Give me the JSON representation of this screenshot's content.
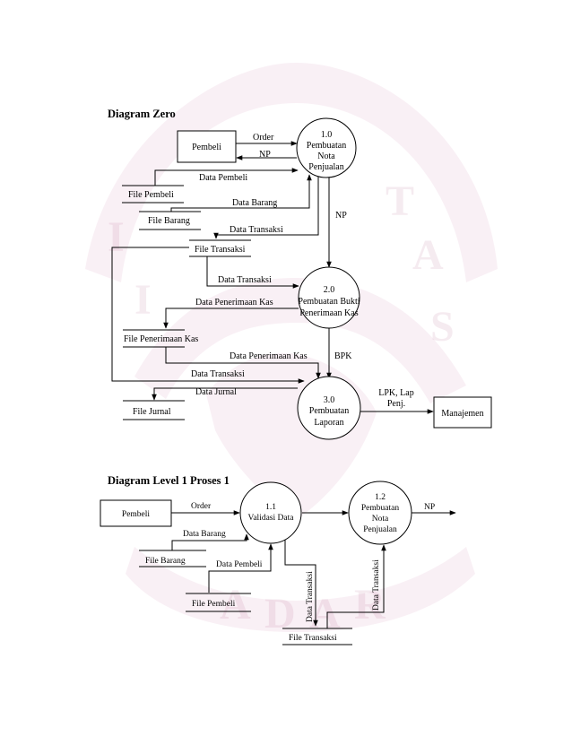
{
  "diagram_zero": {
    "heading": "Diagram Zero",
    "entities": {
      "pembeli": "Pembeli",
      "manajemen": "Manajemen"
    },
    "processes": {
      "p1": [
        "1.0",
        "Pembuatan",
        "Nota",
        "Penjualan"
      ],
      "p2": [
        "2.0",
        "Pembuatan Bukti",
        "Penerimaan Kas"
      ],
      "p3": [
        "3.0",
        "Pembuatan",
        "Laporan"
      ]
    },
    "stores": {
      "file_pembeli": "File Pembeli",
      "file_barang": "File Barang",
      "file_transaksi": "File Transaksi",
      "file_penerimaan_kas": "File Penerimaan Kas",
      "file_jurnal": "File Jurnal"
    },
    "flows": {
      "order": "Order",
      "np_back": "NP",
      "data_pembeli": "Data Pembeli",
      "data_barang": "Data Barang",
      "data_transaksi_1": "Data Transaksi",
      "np_down": "NP",
      "data_transaksi_2": "Data Transaksi",
      "data_penerimaan_kas_1": "Data Penerimaan Kas",
      "data_penerimaan_kas_2": "Data Penerimaan Kas",
      "bpk": "BPK",
      "data_transaksi_3": "Data Transaksi",
      "data_jurnal": "Data Jurnal",
      "lpk_lap_penj": [
        "LPK, Lap",
        "Penj."
      ]
    }
  },
  "diagram_level1": {
    "heading": "Diagram Level 1 Proses 1",
    "entities": {
      "pembeli": "Pembeli"
    },
    "processes": {
      "p11": [
        "1.1",
        "Validasi Data"
      ],
      "p12": [
        "1.2",
        "Pembuatan",
        "Nota",
        "Penjualan"
      ]
    },
    "stores": {
      "file_barang": "File Barang",
      "file_pembeli": "File Pembeli",
      "file_transaksi": "File Transaksi"
    },
    "flows": {
      "order": "Order",
      "np": "NP",
      "data_barang": "Data Barang",
      "data_pembeli": "Data Pembeli",
      "data_transaksi_v1": "Data Transaksi",
      "data_transaksi_v2": "Data Transaksi"
    }
  },
  "watermark": {
    "letters": [
      "I",
      "T",
      "A",
      "S",
      "A",
      "D",
      "A",
      "R",
      "I"
    ]
  }
}
